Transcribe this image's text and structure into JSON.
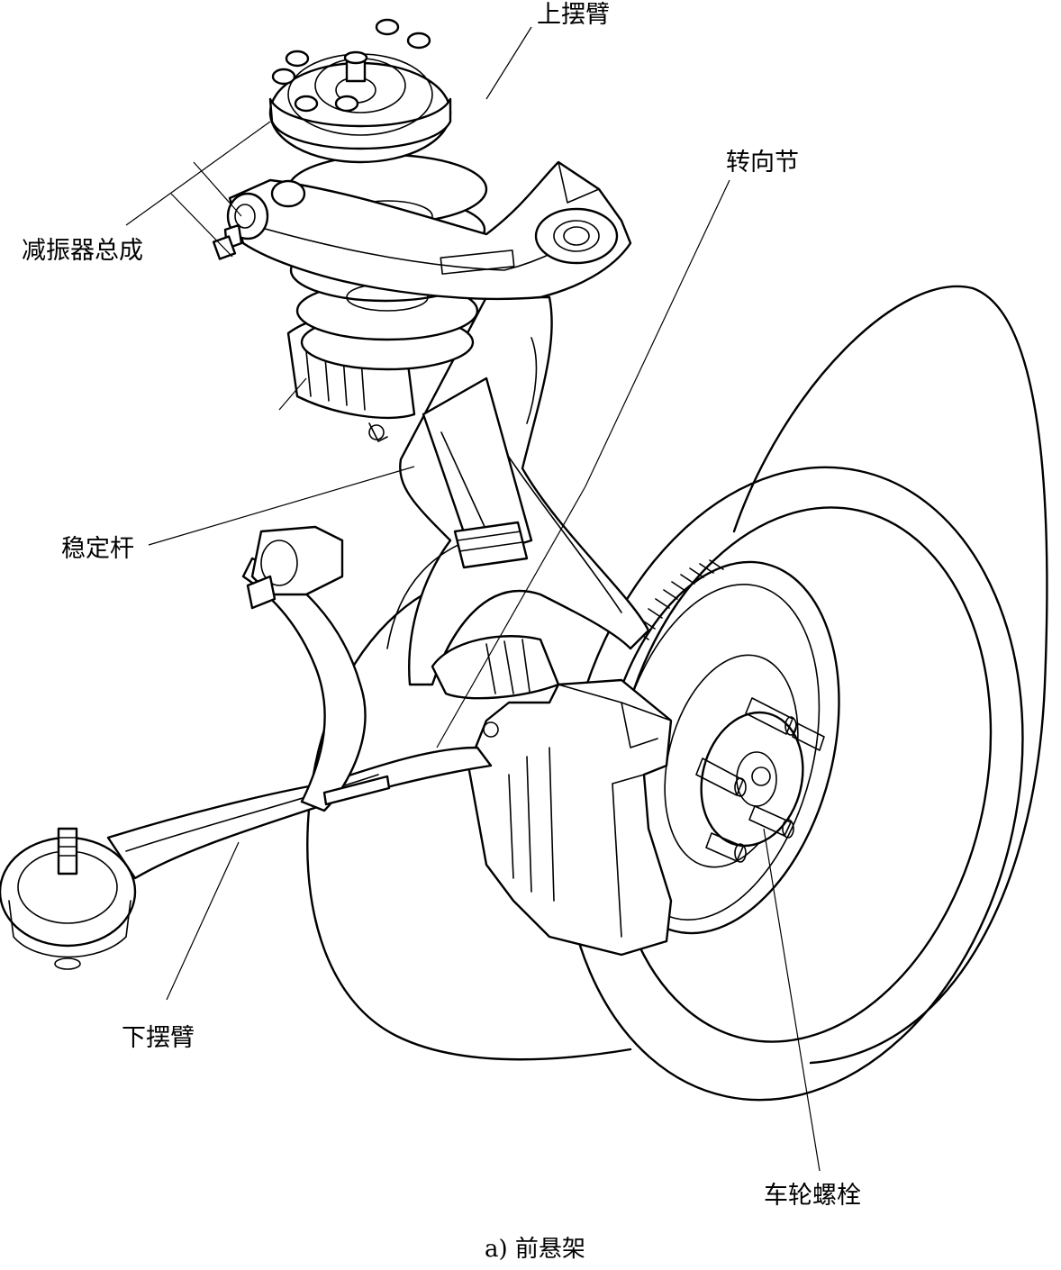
{
  "labels": {
    "upper_arm": "上摆臂",
    "shock_absorber": "减振器总成",
    "steering_knuckle": "转向节",
    "stabilizer_bar": "稳定杆",
    "lower_arm": "下摆臂",
    "wheel_bolt": "车轮螺栓"
  },
  "caption": "a) 前悬架"
}
